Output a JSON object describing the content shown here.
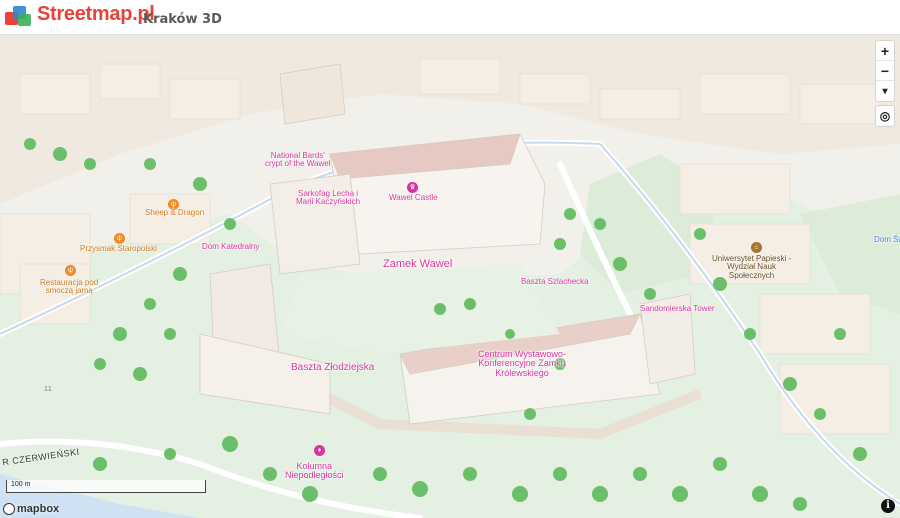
{
  "header": {
    "brand": "Streetmap.pl",
    "subtitle": "Kraków 3D"
  },
  "map": {
    "labels": {
      "national_bards": "National Bards'\ncrypt of the Wawel",
      "sarkofag": "Sarkofag Lecha i\nMarii Kaczyńskich",
      "wawel_castle": "Wawel Castle",
      "sheep_dragon": "Sheep & Dragon",
      "przysmak": "Przysmak Staropolski",
      "restauracja": "Restauracja pod\nsmoczą jamą",
      "dom_katedralny": "Dom Katedralny",
      "zamek_wawel": "Zamek Wawel",
      "baszta_szlachecka": "Baszta Szlachecka",
      "uniwersytet": "Uniwersytet Papieski -\nWydział Nauk\nSpołecznych",
      "dom_sw": "Dom Św",
      "sandomierska": "Sandomierska Tower",
      "centrum": "Centrum Wystawowo-\nKonferencyjne Zamku\nKrólewskiego",
      "baszta_zlodziejska": "Baszta Złodziejska",
      "kolumna": "Kolumna\nNiepodległości",
      "street_czerwienski": "R CZERWIEŃSKI",
      "house_number": "11"
    },
    "controls": {
      "zoom_in": "+",
      "zoom_out": "−",
      "compass": "▾",
      "geolocate": "◎",
      "info": "i"
    },
    "scale_label": "100 m",
    "attribution": "mapbox"
  },
  "colors": {
    "brand": "#e8433a",
    "poi_label": "#d9369b",
    "restaurant": "#f08a24",
    "park": "#dceedd",
    "building": "#f1ebe2",
    "road": "#dfe8f5"
  }
}
